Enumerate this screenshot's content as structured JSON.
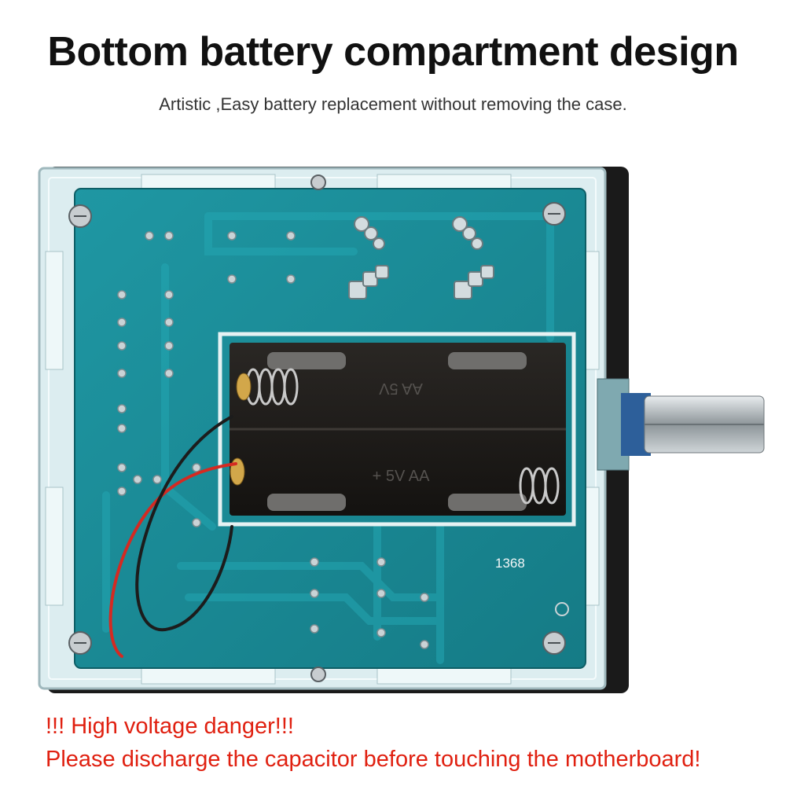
{
  "header": {
    "title": "Bottom battery compartment design",
    "subtitle": "Artistic ,Easy battery replacement without removing the case."
  },
  "photo": {
    "board_label": "1368",
    "holder_label_top": "AA 5V",
    "holder_label_bottom": "+ 5V AA",
    "colors": {
      "pcb": "#1a8a96",
      "acrylic": "#d8ecef",
      "battery_holder": "#1c1a18"
    }
  },
  "warning": {
    "line1": "!!! High voltage danger!!!",
    "line2": "Please discharge the capacitor before touching the motherboard!",
    "color": "#e02010"
  }
}
